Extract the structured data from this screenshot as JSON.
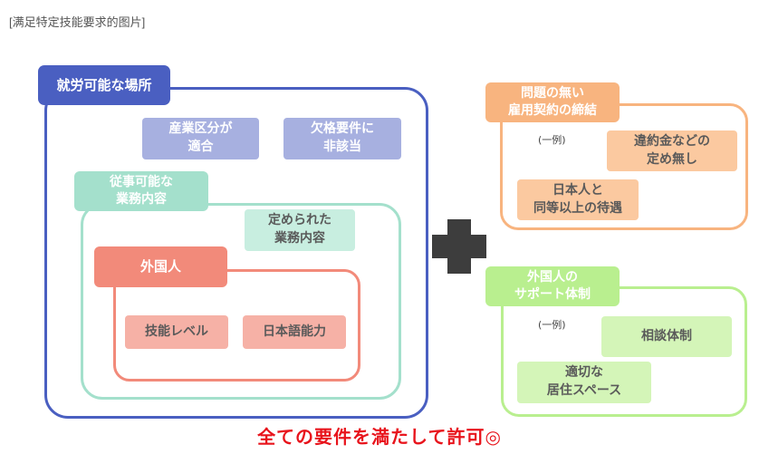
{
  "caption": "[满足特定技能要求的图片]",
  "workplace": {
    "title": "就労可能な場所",
    "industry": [
      "産業区分が",
      "適合"
    ],
    "disqualification": [
      "欠格要件に",
      "非該当"
    ]
  },
  "duties": {
    "title": [
      "従事可能な",
      "業務内容"
    ],
    "defined": [
      "定められた",
      "業務内容"
    ]
  },
  "foreigner": {
    "title": "外国人",
    "skill": "技能レベル",
    "japanese": "日本語能力"
  },
  "employment": {
    "title": [
      "問題の無い",
      "雇用契約の締結"
    ],
    "example": "(一例)",
    "penalty": [
      "違約金などの",
      "定め無し"
    ],
    "treatment": [
      "日本人と",
      "同等以上の待遇"
    ]
  },
  "support": {
    "title": [
      "外国人の",
      "サポート体制"
    ],
    "example": "(一例)",
    "consultation": "相談体制",
    "housing": [
      "適切な",
      "居住スペース"
    ]
  },
  "conclusion": "全ての要件を満たして許可◎",
  "colors": {
    "navy": "#4a5fc1",
    "navy_light": "#a7b0e0",
    "teal": "#a4e0cc",
    "teal_light": "#c8eee0",
    "salmon": "#f28a7a",
    "salmon_light": "#f6b1a6",
    "orange": "#f8b47f",
    "orange_light": "#fbc9a0",
    "green": "#b9ef8f",
    "green_light": "#d4f5b8",
    "conclusion_red": "#e8141c",
    "plus": "#3d3d3d"
  }
}
